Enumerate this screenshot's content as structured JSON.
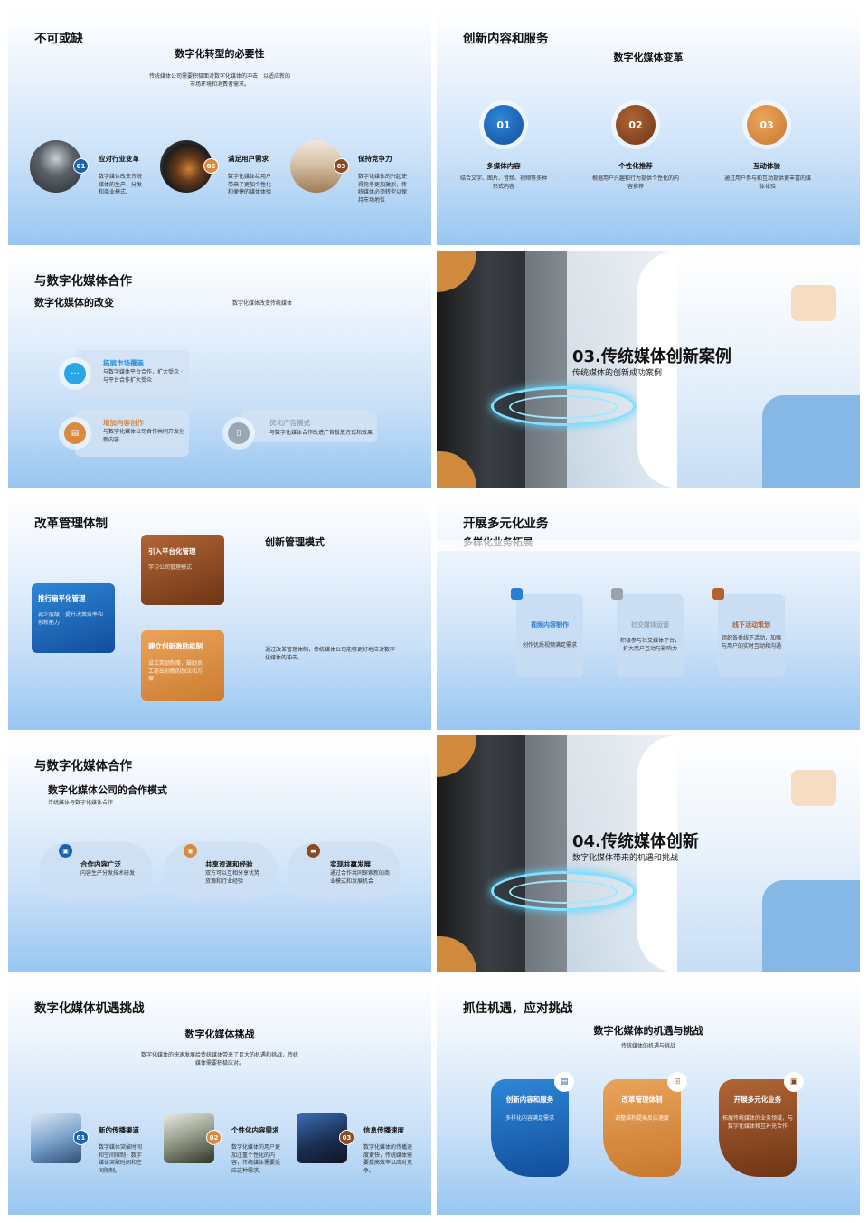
{
  "s1": {
    "title": "不可或缺",
    "subtitle": "数字化转型的必要性",
    "desc": "传统媒体公司需要积极面对数字化媒体的冲击，以适应新的市场环境和消费者需求。",
    "items": [
      {
        "num": "01",
        "label": "应对行业变革",
        "text": "数字媒体改变传统媒体的生产、分发和商业模式。"
      },
      {
        "num": "02",
        "label": "满足用户需求",
        "text": "数字化媒体给用户带来了更加个性化和便捷的媒体体验"
      },
      {
        "num": "03",
        "label": "保持竞争力",
        "text": "数字化媒体的兴起使得竞争更加激烈，传统媒体必须转型以保持市场地位"
      }
    ]
  },
  "s2": {
    "title": "创新内容和服务",
    "subtitle": "数字化媒体变革",
    "items": [
      {
        "num": "01",
        "label": "多媒体内容",
        "text": "结合文字、图片、音频、视频等多种形式内容"
      },
      {
        "num": "02",
        "label": "个性化推荐",
        "text": "根据用户兴趣和行为提供个性化的内容推荐"
      },
      {
        "num": "03",
        "label": "互动体验",
        "text": "通过用户参与和互动提供更丰富的媒体体验"
      }
    ]
  },
  "s3": {
    "title": "与数字化媒体合作",
    "subtitle": "数字化媒体的改变",
    "desc": "数字化媒体改变传统媒体",
    "items": [
      {
        "label": "拓展市场覆盖",
        "text": "与数字媒体平台合作，扩大受众 · 与平台合作扩大受众",
        "color": "#2a8fdc"
      },
      {
        "label": "增加内容创作",
        "text": "与数字化媒体公司合作共同开发创新内容",
        "color": "#d98a3c"
      },
      {
        "label": "优化广告模式",
        "text": "与数字化媒体合作改进广告投放方式和效果",
        "color": "#9aa7b4"
      }
    ]
  },
  "s4": {
    "title": "03.传统媒体创新案例",
    "subtitle": "传统媒体的创新成功案例"
  },
  "s5": {
    "title": "改革管理体制",
    "subtitle": "创新管理模式",
    "desc": "通过改革管理体制，传统媒体公司能够更好地应对数字化媒体的冲击。",
    "cards": [
      {
        "label": "推行扁平化管理",
        "text": "减少层级，提升决策效率和创新能力"
      },
      {
        "label": "引入平台化管理",
        "text": "学习公司管理模式"
      },
      {
        "label": "建立创新激励机制",
        "text": "设立奖励制度，鼓励员工提出创新的想法和方案"
      }
    ]
  },
  "s6": {
    "title": "开展多元化业务",
    "subtitle": "多样化业务拓展",
    "cards": [
      {
        "label": "视频内容制作",
        "text": "创作优质视频满足需求",
        "color": "#2a7fd4"
      },
      {
        "label": "社交媒体运营",
        "text": "积极参与社交媒体平台，扩大用户互动与影响力",
        "color": "#9aa3ad"
      },
      {
        "label": "线下活动策划",
        "text": "组织各类线下活动，加强与用户的实时互动和沟通",
        "color": "#b4622c"
      }
    ]
  },
  "s7": {
    "title": "与数字化媒体合作",
    "subtitle": "数字化媒体公司的合作模式",
    "desc": "传统媒体与数字化媒体合作",
    "items": [
      {
        "label": "合作内容广泛",
        "text": "内容生产分发技术研发"
      },
      {
        "label": "共享资源和经验",
        "text": "双方可以互相分享优势资源和行业经验"
      },
      {
        "label": "实现共赢发展",
        "text": "通过合作共同探索新的商业模式和发展机会"
      }
    ]
  },
  "s8": {
    "title": "04.传统媒体创新",
    "subtitle": "数字化媒体带来的机遇和挑战"
  },
  "s9": {
    "title": "数字化媒体机遇挑战",
    "subtitle": "数字化媒体挑战",
    "desc": "数字化媒体的快速发展给传统媒体带来了巨大的机遇和挑战，传统媒体需要积极应对。",
    "items": [
      {
        "num": "01",
        "label": "新的传播渠道",
        "text": "数字媒体突破时间和空间限制 · 数字媒体突破时间和空间限制。"
      },
      {
        "num": "02",
        "label": "个性化内容需求",
        "text": "数字化媒体的用户更加注重个性化的内容，传统媒体需要适应这种需求。"
      },
      {
        "num": "03",
        "label": "信息传播速度",
        "text": "数字化媒体的传播速度更快，传统媒体需要提高效率以应对竞争。"
      }
    ]
  },
  "s10": {
    "title": "抓住机遇，应对挑战",
    "subtitle": "数字化媒体的机遇与挑战",
    "desc": "传统媒体的机遇与挑战",
    "cards": [
      {
        "label": "创新内容和服务",
        "text": "多样化内容满足需求"
      },
      {
        "label": "改革管理体制",
        "text": "调整结构提高反应速度"
      },
      {
        "label": "开展多元化业务",
        "text": "拓展传统媒体的业务领域，与数字化媒体相互补充合作"
      }
    ]
  }
}
